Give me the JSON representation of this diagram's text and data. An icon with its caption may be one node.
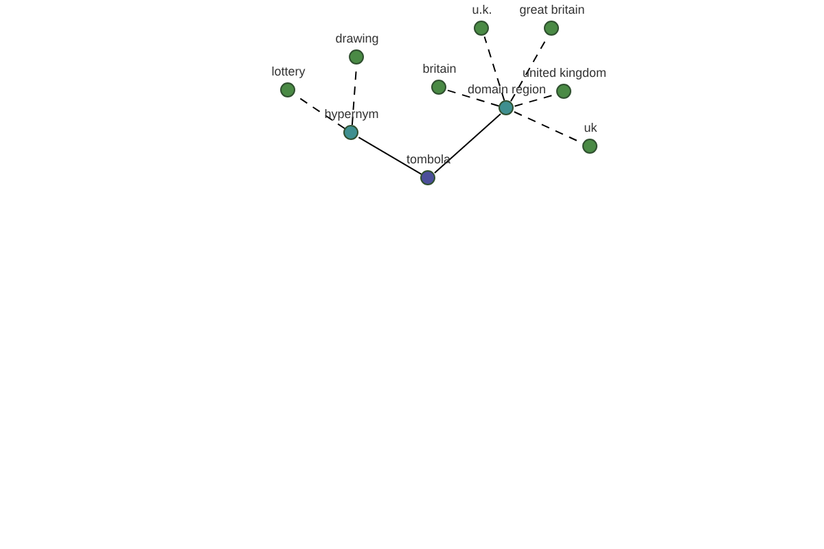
{
  "diagram": {
    "nodes": [
      {
        "text": [
          "tombola"
        ]
      },
      {
        "text": [
          "hypernym"
        ]
      },
      {
        "text": [
          "domain region"
        ]
      },
      {
        "text": [
          "lottery"
        ]
      },
      {
        "text": [
          "drawing"
        ]
      },
      {
        "text": [
          "britain"
        ]
      },
      {
        "text": [
          "u.k."
        ]
      },
      {
        "text": [
          "great britain"
        ]
      },
      {
        "text": [
          "united kingdom"
        ]
      },
      {
        "text": [
          "uk"
        ]
      }
    ],
    "edges": [
      {
        "from": 0,
        "to": 1,
        "arrow": "none"
      },
      {
        "from": 0,
        "to": 2,
        "arrow": "none"
      },
      {
        "from": 1,
        "to": 3,
        "arrow": "none",
        "style": "dashed"
      },
      {
        "from": 1,
        "to": 4,
        "arrow": "none",
        "style": "dashed"
      },
      {
        "from": 2,
        "to": 5,
        "arrow": "none",
        "style": "dashed"
      },
      {
        "from": 2,
        "to": 6,
        "arrow": "none",
        "style": "dashed"
      },
      {
        "from": 2,
        "to": 7,
        "arrow": "none",
        "style": "dashed"
      },
      {
        "from": 2,
        "to": 8,
        "arrow": "none",
        "style": "dashed"
      },
      {
        "from": 2,
        "to": 9,
        "arrow": "none",
        "style": "dashed"
      }
    ]
  }
}
